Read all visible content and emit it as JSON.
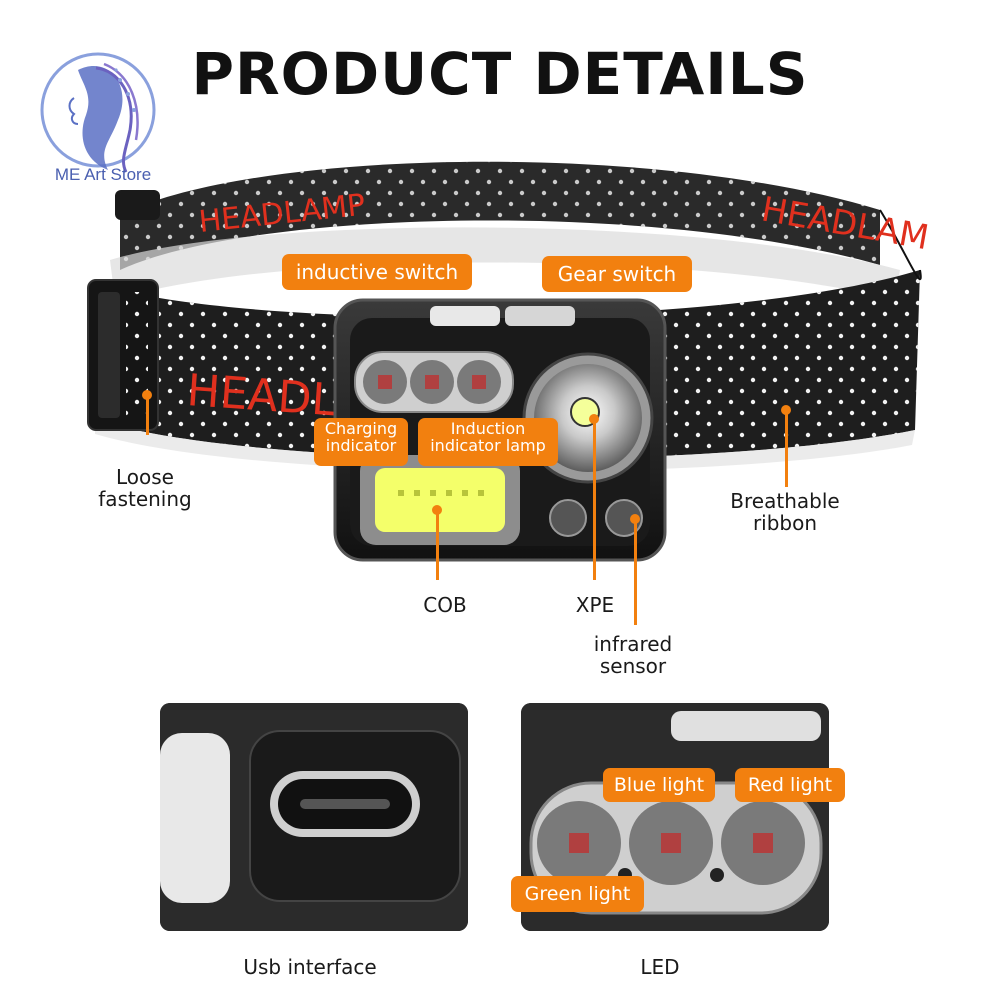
{
  "brand": {
    "store_name": "ME Art Store",
    "logo_icon": "woman-profile-logo-icon"
  },
  "page": {
    "title": "PRODUCT DETAILS"
  },
  "product": {
    "band_print": "HEADLAMP",
    "band_print_partial_left": "HEADL",
    "band_print_partial_right": "HEADLAM"
  },
  "callouts": {
    "inductive_switch": "inductive switch",
    "gear_switch": "Gear switch",
    "charging_indicator": "Charging indicator",
    "induction_indicator_lamp": "Induction indicator lamp",
    "blue_light": "Blue light",
    "red_light": "Red light",
    "green_light": "Green light"
  },
  "labels": {
    "loose_fastening": "Loose fastening",
    "breathable_ribbon": "Breathable ribbon",
    "cob": "COB",
    "xpe": "XPE",
    "infrared_sensor": "infrared sensor",
    "usb_interface": "Usb interface",
    "led": "LED"
  },
  "colors": {
    "accent": "#f2800f",
    "band": "#1e1e1e",
    "band_text": "#e0301e",
    "cob_glow": "#f4ff6a",
    "logo": "#4a5fb0"
  }
}
